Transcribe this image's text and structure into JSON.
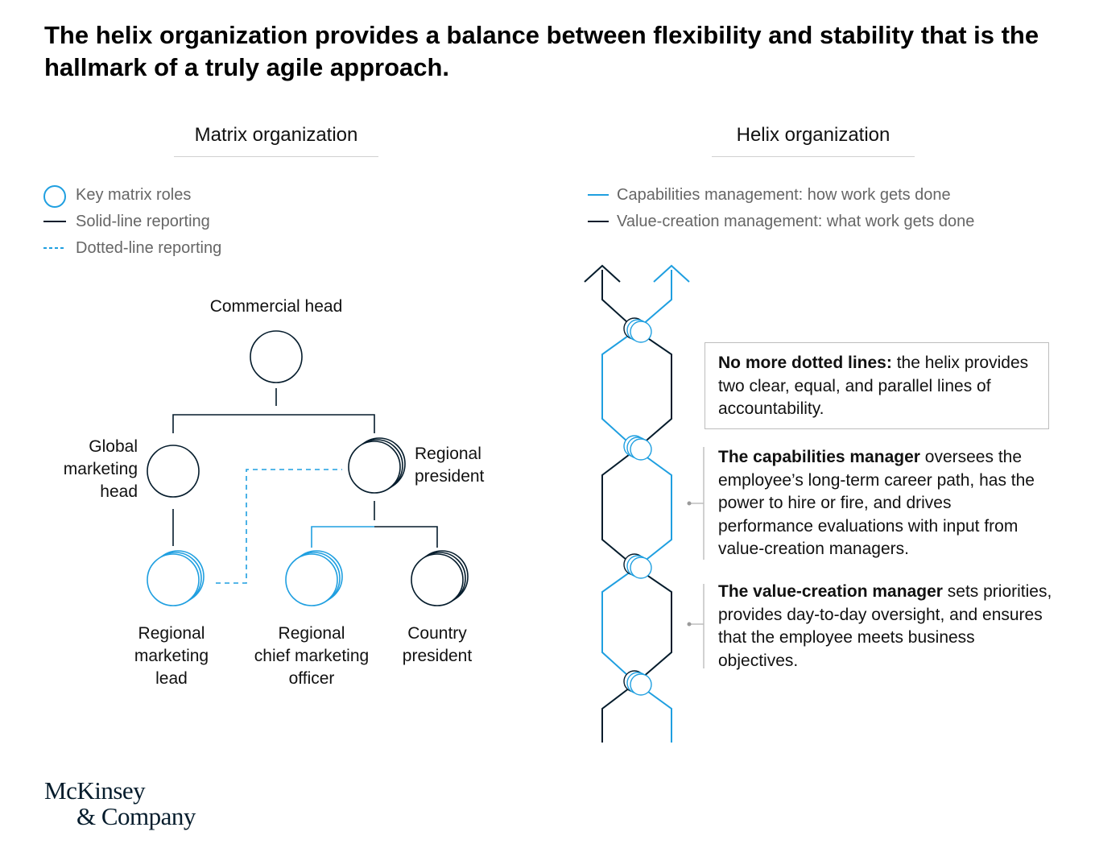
{
  "title": "The helix organization provides a balance between flexibility and stability that is the hallmark of a truly agile approach.",
  "matrix": {
    "heading": "Matrix organization",
    "legend": {
      "key_roles": "Key matrix roles",
      "solid": "Solid-line reporting",
      "dotted": "Dotted-line reporting"
    },
    "nodes": {
      "commercial_head": "Commercial head",
      "global_marketing_head": [
        "Global",
        "marketing",
        "head"
      ],
      "regional_president": [
        "Regional",
        "president"
      ],
      "regional_marketing_lead": [
        "Regional",
        "marketing",
        "lead"
      ],
      "regional_cmo": [
        "Regional",
        "chief marketing",
        "officer"
      ],
      "country_president": [
        "Country",
        "president"
      ]
    }
  },
  "helix": {
    "heading": "Helix organization",
    "legend": {
      "capabilities": "Capabilities management: how work gets done",
      "value_creation": "Value-creation management: what work gets done"
    },
    "callouts": {
      "c1_bold": "No more dotted lines:",
      "c1_text": " the helix provides two clear, equal, and parallel lines of accountability.",
      "c2_bold": "The capabilities manager",
      "c2_text": " oversees the employee’s long-term career path, has the power to hire or fire, and drives performance evaluations with input from value-creation managers.",
      "c3_bold": "The value-creation manager",
      "c3_text": " sets priorities, provides day-to-day oversight, and ensures that the employee meets business objectives."
    }
  },
  "logo": {
    "line1": "McKinsey",
    "line2": "& Company"
  },
  "colors": {
    "navy": "#051c2c",
    "blue": "#1f9fe0",
    "gray": "#666666"
  }
}
